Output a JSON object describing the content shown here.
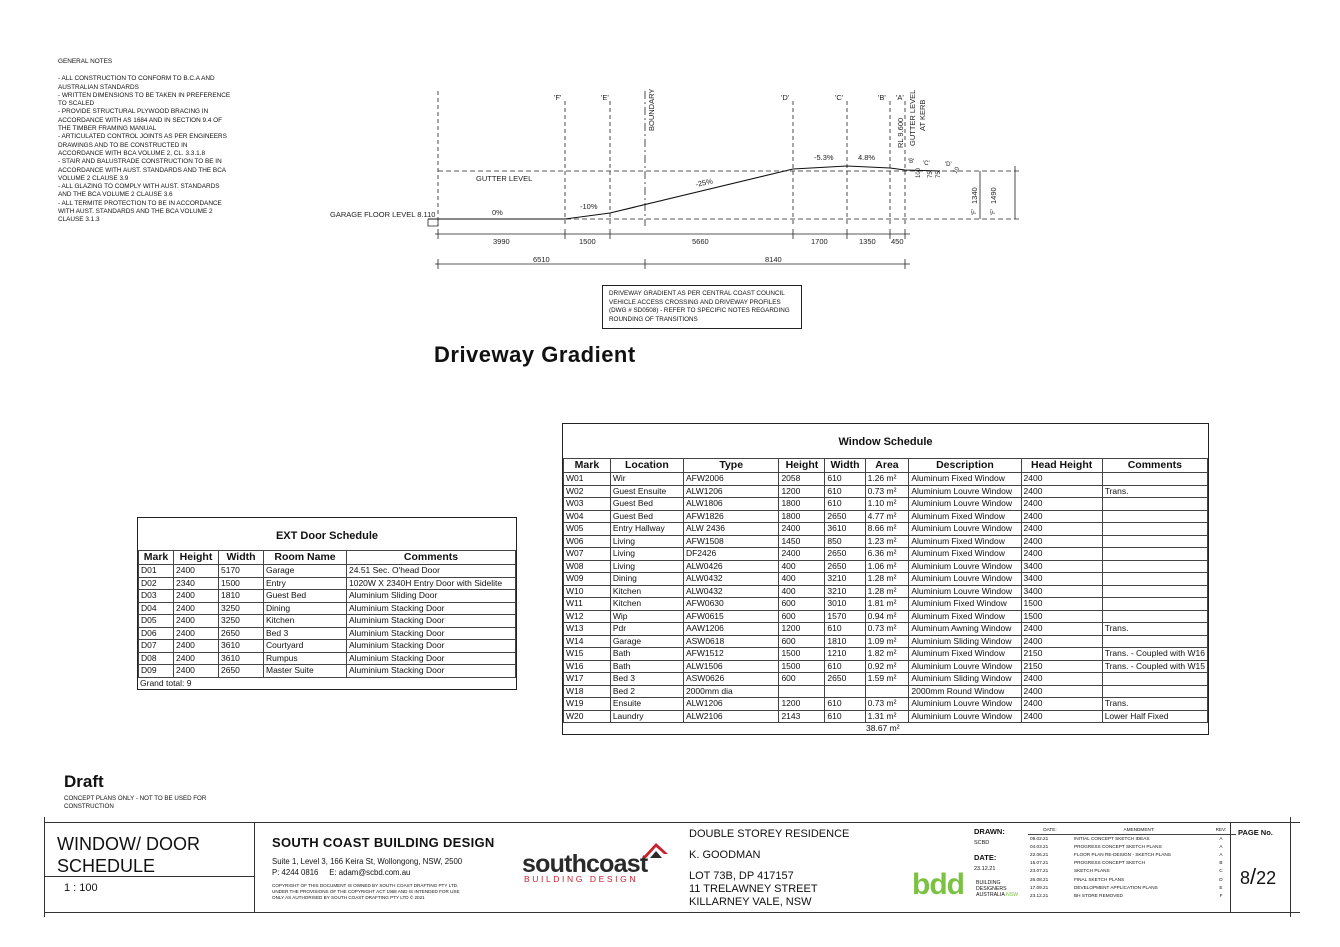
{
  "general_notes": {
    "title": "GENERAL NOTES",
    "lines": [
      "- ALL CONSTRUCTION TO CONFORM TO B.C.A AND",
      "AUSTRALIAN STANDARDS",
      "- WRITTEN DIMENSIONS TO BE TAKEN IN PREFERENCE",
      "TO SCALED",
      "- PROVIDE STRUCTURAL PLYWOOD BRACING IN",
      "ACCORDANCE WITH AS 1684 AND IN SECTION 9.4 OF",
      "THE TIMBER FRAMING MANUAL",
      "- ARTICULATED CONTROL JOINTS AS PER ENGINEERS",
      "DRAWINGS AND TO BE CONSTRUCTED IN",
      "ACCORDANCE WITH BCA VOLUME 2, CL. 3.3.1.8",
      "- STAIR AND BALUSTRADE CONSTRUCTION TO BE IN",
      "ACCORDANCE WITH AUST. STANDARDS AND THE BCA",
      "VOLUME 2 CLAUSE 3.9",
      "- ALL GLAZING TO COMPLY WITH AUST. STANDARDS",
      "AND THE BCA VOLUME 2 CLAUSE 3.6",
      "- ALL TERMITE PROTECTION TO BE IN ACCORDANCE",
      "WITH AUST. STANDARDS AND THE BCA VOLUME 2",
      "CLAUSE 3.1.3"
    ]
  },
  "gradient": {
    "grid_labels": [
      "'F'",
      "'E'",
      "'D'",
      "'C'",
      "'B'",
      "'A'"
    ],
    "boundary": "BOUNDARY",
    "rl": "RL 9.600",
    "gutter_kerb": "GUTTER LEVEL",
    "at_kerb": "AT KERB",
    "gutter_level": "GUTTER LEVEL",
    "garage_floor": "GARAGE FLOOR LEVEL 8.110",
    "slopes": [
      "0%",
      "-10%",
      "-25%",
      "-5.3%",
      "4.8%"
    ],
    "small_labels": [
      "'B'",
      "'C'",
      "'D'"
    ],
    "small_dims": [
      "100",
      "75",
      "75",
      "10"
    ],
    "vert_dims": [
      "1340",
      "1490"
    ],
    "vert_markers": [
      "'F'",
      "'F'"
    ],
    "dims_row1": [
      "3990",
      "1500",
      "5660",
      "1700",
      "1350",
      "450"
    ],
    "dims_row2": [
      "6510",
      "8140"
    ],
    "note": "DRIVEWAY GRADIENT AS PER CENTRAL COAST COUNCIL VEHICLE ACCESS CROSSING AND DRIVEWAY PROFILES (DWG # SD0508) - REFER TO SPECIFIC NOTES REGARDING ROUNDING OF TRANSITIONS",
    "title": "Driveway Gradient"
  },
  "door_schedule": {
    "title": "EXT Door Schedule",
    "headers": [
      "Mark",
      "Height",
      "Width",
      "Room Name",
      "Comments"
    ],
    "rows": [
      [
        "D01",
        "2400",
        "5170",
        "Garage",
        "24.51 Sec. O'head Door"
      ],
      [
        "D02",
        "2340",
        "1500",
        "Entry",
        "1020W X 2340H Entry Door with Sidelite"
      ],
      [
        "D03",
        "2400",
        "1810",
        "Guest Bed",
        "Aluminium Sliding Door"
      ],
      [
        "D04",
        "2400",
        "3250",
        "Dining",
        "Aluminium Stacking Door"
      ],
      [
        "D05",
        "2400",
        "3250",
        "Kitchen",
        "Aluminium Stacking Door"
      ],
      [
        "D06",
        "2400",
        "2650",
        "Bed 3",
        "Aluminium Stacking Door"
      ],
      [
        "D07",
        "2400",
        "3610",
        "Courtyard",
        "Aluminium Stacking Door"
      ],
      [
        "D08",
        "2400",
        "3610",
        "Rumpus",
        "Aluminium Stacking Door"
      ],
      [
        "D09",
        "2400",
        "2650",
        "Master Suite",
        "Aluminium Stacking Door"
      ]
    ],
    "footer": "Grand total: 9"
  },
  "window_schedule": {
    "title": "Window Schedule",
    "headers": [
      "Mark",
      "Location",
      "Type",
      "Height",
      "Width",
      "Area",
      "Description",
      "Head Height",
      "Comments"
    ],
    "rows": [
      [
        "W01",
        "Wir",
        "AFW2006",
        "2058",
        "610",
        "1.26 m²",
        "Aluminum Fixed Window",
        "2400",
        ""
      ],
      [
        "W02",
        "Guest Ensuite",
        "ALW1206",
        "1200",
        "610",
        "0.73 m²",
        "Aluminium Louvre Window",
        "2400",
        "Trans."
      ],
      [
        "W03",
        "Guest Bed",
        "ALW1806",
        "1800",
        "610",
        "1.10 m²",
        "Aluminium Louvre Window",
        "2400",
        ""
      ],
      [
        "W04",
        "Guest Bed",
        "AFW1826",
        "1800",
        "2650",
        "4.77 m²",
        "Aluminum Fixed Window",
        "2400",
        ""
      ],
      [
        "W05",
        "Entry Hallway",
        "ALW 2436",
        "2400",
        "3610",
        "8.66 m²",
        "Aluminium Louvre Window",
        "2400",
        ""
      ],
      [
        "W06",
        "Living",
        "AFW1508",
        "1450",
        "850",
        "1.23 m²",
        "Aluminum Fixed Window",
        "2400",
        ""
      ],
      [
        "W07",
        "Living",
        "DF2426",
        "2400",
        "2650",
        "6.36 m²",
        "Aluminum Fixed Window",
        "2400",
        ""
      ],
      [
        "W08",
        "Living",
        "ALW0426",
        "400",
        "2650",
        "1.06 m²",
        "Aluminium Louvre Window",
        "3400",
        ""
      ],
      [
        "W09",
        "Dining",
        "ALW0432",
        "400",
        "3210",
        "1.28 m²",
        "Aluminium Louvre Window",
        "3400",
        ""
      ],
      [
        "W10",
        "Kitchen",
        "ALW0432",
        "400",
        "3210",
        "1.28 m²",
        "Aluminium Louvre Window",
        "3400",
        ""
      ],
      [
        "W11",
        "Kitchen",
        "AFW0630",
        "600",
        "3010",
        "1.81 m²",
        "Aluminium Fixed Window",
        "1500",
        ""
      ],
      [
        "W12",
        "Wip",
        "AFW0615",
        "600",
        "1570",
        "0.94 m²",
        "Aluminum Fixed Window",
        "1500",
        ""
      ],
      [
        "W13",
        "Pdr",
        "AAW1206",
        "1200",
        "610",
        "0.73 m²",
        "Aluminum Awning Window",
        "2400",
        "Trans."
      ],
      [
        "W14",
        "Garage",
        "ASW0618",
        "600",
        "1810",
        "1.09 m²",
        "Aluminium Sliding Window",
        "2400",
        ""
      ],
      [
        "W15",
        "Bath",
        "AFW1512",
        "1500",
        "1210",
        "1.82 m²",
        "Aluminum Fixed Window",
        "2150",
        "Trans. - Coupled with W16"
      ],
      [
        "W16",
        "Bath",
        "ALW1506",
        "1500",
        "610",
        "0.92 m²",
        "Aluminium Louvre Window",
        "2150",
        "Trans. - Coupled with W15"
      ],
      [
        "W17",
        "Bed 3",
        "ASW0626",
        "600",
        "2650",
        "1.59 m²",
        "Aluminium Sliding Window",
        "2400",
        ""
      ],
      [
        "W18",
        "Bed 2",
        "2000mm dia",
        "",
        "",
        "",
        "2000mm Round Window",
        "2400",
        ""
      ],
      [
        "W19",
        "Ensuite",
        "ALW1206",
        "1200",
        "610",
        "0.73 m²",
        "Aluminium Louvre Window",
        "2400",
        "Trans."
      ],
      [
        "W20",
        "Laundry",
        "ALW2106",
        "2143",
        "610",
        "1.31 m²",
        "Aluminium Louvre Window",
        "2400",
        "Lower Half Fixed"
      ]
    ],
    "total_area": "38.67 m²"
  },
  "draft": {
    "label": "Draft",
    "sub": "CONCEPT PLANS ONLY - NOT TO BE USED FOR CONSTRUCTION"
  },
  "title_block": {
    "sheet_title_1": "WINDOW/ DOOR",
    "sheet_title_2": "SCHEDULE",
    "scale": "1 : 100",
    "company": "SOUTH COAST BUILDING DESIGN",
    "address": "Suite 1, Level 3, 166 Keira St, Wollongong, NSW, 2500",
    "phone": "P: 4244 0816",
    "email": "E: adam@scbd.com.au",
    "copyright": "COPYRIGHT OF THIS DOCUMENT IS OWNED BY SOUTH COAST DRAFTING PTY LTD. UNDER THE PROVISIONS OF THE COPYRIGHT ACT 1968 AND IS INTENDED FOR USE ONLY AS AUTHORISED BY SOUTH COAST DRAFTING PTY LTD © 2021",
    "logo_main": "southcoast",
    "logo_sub": "BUILDING DESIGN",
    "project": "DOUBLE STOREY RESIDENCE",
    "client": "K. GOODMAN",
    "lot": "LOT 73B, DP 417157",
    "street": "11 TRELAWNEY STREET",
    "suburb": "KILLARNEY VALE, NSW",
    "drawn_label": "DRAWN:",
    "drawn_value": "SCBD",
    "date_label": "DATE:",
    "date_value": "23.12.21",
    "bdd_logo": "bdd",
    "bdd_line1": "BUILDING",
    "bdd_line2": "DESIGNERS",
    "bdd_line3": "AUSTRALIA",
    "bdd_nsw": "NSW",
    "amend_headers": [
      "DATE:",
      "AMENDMENT:",
      "REV:"
    ],
    "amendments": [
      [
        "09.02.21",
        "INITIAL CONCEPT SKETCH IDEAS",
        "A"
      ],
      [
        "04.03.21",
        "PROGRESS CONCEPT SKETCH PLANS",
        "A"
      ],
      [
        "22.06.21",
        "FLOOR PLAN RE-DESIGN - SKETCH PLANS",
        "A"
      ],
      [
        "15.07.21",
        "PROGRESS CONCEPT SKETCH",
        "B"
      ],
      [
        "23.07.21",
        "SKETCH PLANS",
        "C"
      ],
      [
        "26.08.21",
        "FINAL SKETCH PLANS",
        "D"
      ],
      [
        "17.09.21",
        "DEVELOPMENT APPLICATION PLANS",
        "E"
      ],
      [
        "23.12.21",
        "BH STORE REMOVED",
        "F"
      ]
    ],
    "page_label": "PAGE No.",
    "page_num": "8",
    "page_total": "22"
  }
}
